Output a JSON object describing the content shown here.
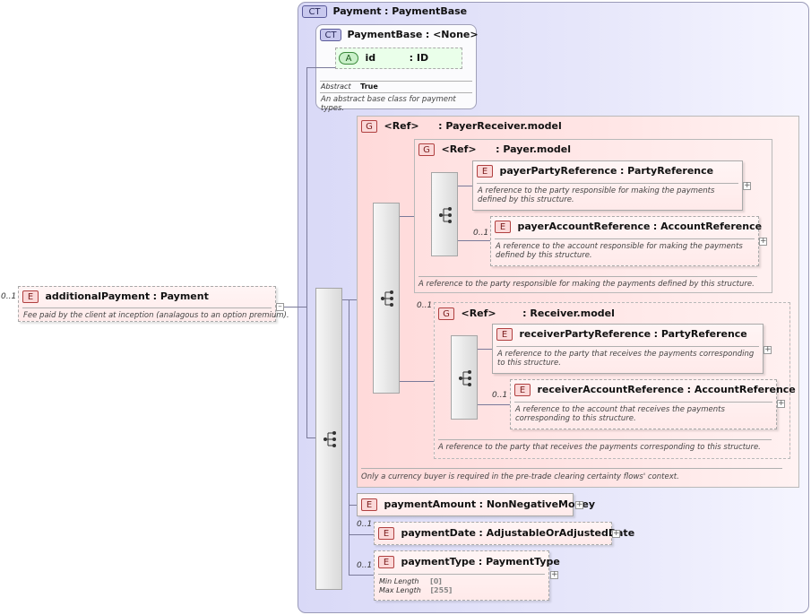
{
  "root": {
    "cardinality": "0..1",
    "badge": "E",
    "name": "additionalPayment",
    "type": "Payment",
    "description": "Fee paid by the client at inception (analagous to an option premium).",
    "collapse": "–"
  },
  "payment_ct": {
    "badge": "CT",
    "name": "Payment",
    "type": "PaymentBase"
  },
  "payment_base": {
    "badge": "CT",
    "name": "PaymentBase",
    "type": "<None>",
    "attr_badge": "A",
    "attr_name": "id",
    "attr_type": "ID",
    "prop_key": "Abstract",
    "prop_val": "True",
    "description": "An abstract base class for payment types."
  },
  "payer_receiver_group": {
    "badge": "G",
    "ref": "<Ref>",
    "name": "PayerReceiver.model",
    "description": "Only a currency buyer is required in the pre-trade clearing certainty flows' context."
  },
  "payer_group": {
    "badge": "G",
    "ref": "<Ref>",
    "name": "Payer.model",
    "description": "A reference to the party responsible for making the payments defined by this structure."
  },
  "payer_party": {
    "badge": "E",
    "name": "payerPartyReference",
    "type": "PartyReference",
    "description": "A reference to the party responsible for making the payments defined by this structure.",
    "expand": "+"
  },
  "payer_account": {
    "cardinality": "0..1",
    "badge": "E",
    "name": "payerAccountReference",
    "type": "AccountReference",
    "description": "A reference to the account responsible for making the payments defined by this structure.",
    "expand": "+"
  },
  "receiver_group": {
    "cardinality": "0..1",
    "badge": "G",
    "ref": "<Ref>",
    "name": "Receiver.model",
    "description": "A reference to the party that receives the payments corresponding to this structure."
  },
  "receiver_party": {
    "badge": "E",
    "name": "receiverPartyReference",
    "type": "PartyReference",
    "description": "A reference to the party that receives the payments corresponding to this structure.",
    "expand": "+"
  },
  "receiver_account": {
    "cardinality": "0..1",
    "badge": "E",
    "name": "receiverAccountReference",
    "type": "AccountReference",
    "description": "A reference to the account that receives the payments corresponding to this structure.",
    "expand": "+"
  },
  "payment_amount": {
    "badge": "E",
    "name": "paymentAmount",
    "type": "NonNegativeMoney",
    "expand": "+"
  },
  "payment_date": {
    "cardinality": "0..1",
    "badge": "E",
    "name": "paymentDate",
    "type": "AdjustableOrAdjustedDate",
    "expand": "+"
  },
  "payment_type": {
    "cardinality": "0..1",
    "badge": "E",
    "name": "paymentType",
    "type": "PaymentType",
    "min_label": "Min Length",
    "min_value": "[0]",
    "max_label": "Max Length",
    "max_value": "[255]",
    "expand": "+"
  },
  "colors": {
    "ct_fill": "#e0e0f8",
    "group_fill": "#ffe2e2",
    "element_fill": "#fff0f0",
    "attribute_fill": "#e8ffe8"
  }
}
